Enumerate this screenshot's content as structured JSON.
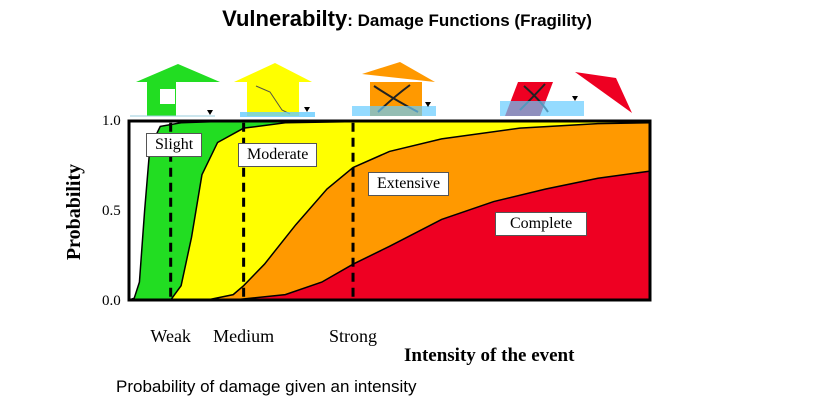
{
  "title": {
    "main": "Vulnerabilty",
    "sub": ": Damage Functions (Fragility)"
  },
  "caption": "Probability of damage given an intensity",
  "chart_data": {
    "type": "area",
    "ylabel": "Probability",
    "xlabel": "Intensity of the event",
    "ylim": [
      0,
      1
    ],
    "xlim": [
      0,
      1
    ],
    "yticks": [
      "0.0",
      "0.5",
      "1.0"
    ],
    "intensity_markers": [
      {
        "label": "Weak",
        "x": 0.08
      },
      {
        "label": "Medium",
        "x": 0.22
      },
      {
        "label": "Strong",
        "x": 0.43
      }
    ],
    "series": [
      {
        "name": "Slight",
        "color": "#22dd22",
        "points": [
          [
            0,
            0
          ],
          [
            0.01,
            0.01
          ],
          [
            0.02,
            0.1
          ],
          [
            0.03,
            0.5
          ],
          [
            0.04,
            0.85
          ],
          [
            0.06,
            0.97
          ],
          [
            0.1,
            0.99
          ],
          [
            0.2,
            1
          ],
          [
            1,
            1
          ]
        ]
      },
      {
        "name": "Moderate",
        "color": "#ffff00",
        "points": [
          [
            0,
            0
          ],
          [
            0.08,
            0
          ],
          [
            0.1,
            0.08
          ],
          [
            0.12,
            0.35
          ],
          [
            0.14,
            0.7
          ],
          [
            0.17,
            0.88
          ],
          [
            0.22,
            0.96
          ],
          [
            0.3,
            0.99
          ],
          [
            0.5,
            1
          ],
          [
            1,
            1
          ]
        ]
      },
      {
        "name": "Extensive",
        "color": "#ff9900",
        "points": [
          [
            0,
            0
          ],
          [
            0.15,
            0
          ],
          [
            0.2,
            0.03
          ],
          [
            0.22,
            0.08
          ],
          [
            0.26,
            0.2
          ],
          [
            0.32,
            0.42
          ],
          [
            0.38,
            0.62
          ],
          [
            0.43,
            0.74
          ],
          [
            0.5,
            0.83
          ],
          [
            0.6,
            0.9
          ],
          [
            0.75,
            0.96
          ],
          [
            0.9,
            0.985
          ],
          [
            1,
            0.99
          ]
        ]
      },
      {
        "name": "Complete",
        "color": "#ee0022",
        "points": [
          [
            0,
            0
          ],
          [
            0.2,
            0
          ],
          [
            0.3,
            0.03
          ],
          [
            0.37,
            0.1
          ],
          [
            0.43,
            0.2
          ],
          [
            0.5,
            0.3
          ],
          [
            0.6,
            0.45
          ],
          [
            0.7,
            0.55
          ],
          [
            0.8,
            0.62
          ],
          [
            0.9,
            0.68
          ],
          [
            1,
            0.72
          ]
        ]
      }
    ]
  }
}
